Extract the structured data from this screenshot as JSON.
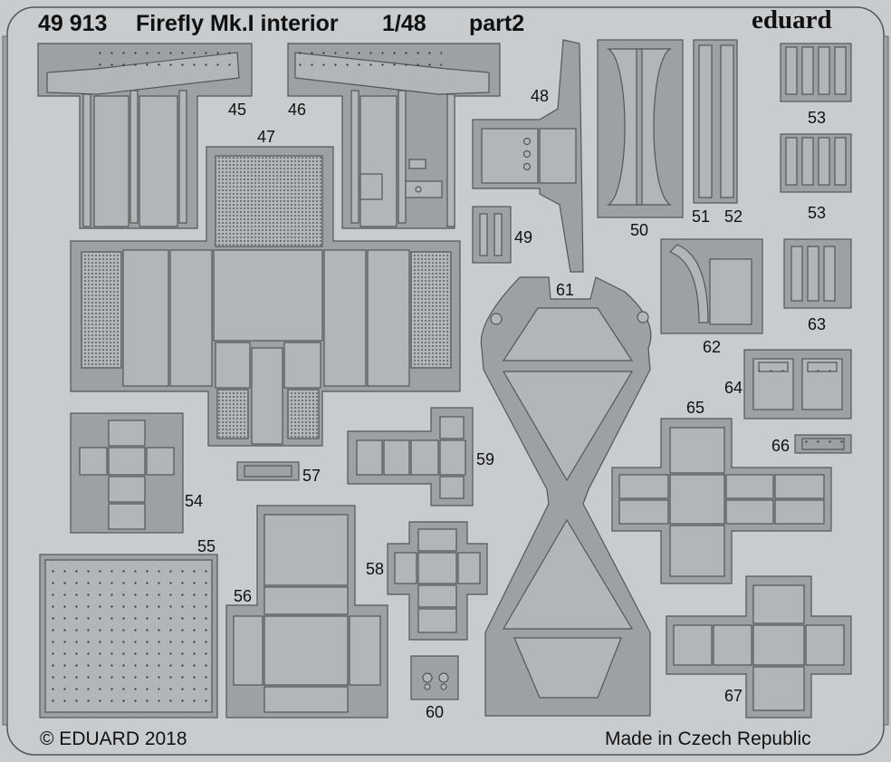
{
  "header": {
    "set_number": "49 913",
    "title": "Firefly Mk.I interior",
    "scale": "1/48",
    "part": "part2",
    "brand": "eduard"
  },
  "footer": {
    "copyright": "© EDUARD 2018",
    "origin": "Made in Czech Republic"
  },
  "parts": {
    "p45": "45",
    "p46": "46",
    "p47": "47",
    "p48": "48",
    "p49": "49",
    "p50": "50",
    "p51": "51",
    "p52": "52",
    "p53a": "53",
    "p53b": "53",
    "p54": "54",
    "p55": "55",
    "p56": "56",
    "p57": "57",
    "p58": "58",
    "p59": "59",
    "p60": "60",
    "p61": "61",
    "p62": "62",
    "p63": "63",
    "p64": "64",
    "p65": "65",
    "p66": "66",
    "p67": "67"
  },
  "colors": {
    "background": "#c9ccce",
    "frame": "#9ea1a3",
    "part_fill": "#b3b6b8",
    "outline": "#555555",
    "text": "#111111"
  }
}
